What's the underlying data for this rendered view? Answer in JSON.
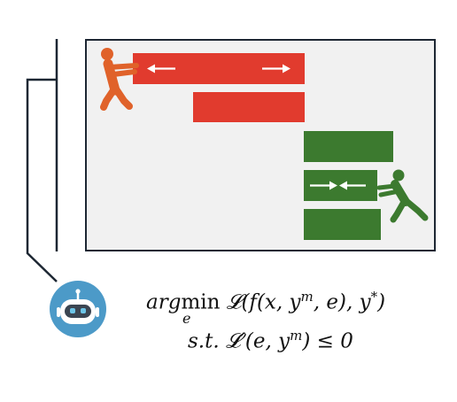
{
  "formula": {
    "objective_prefix": "arg",
    "objective_op": "min",
    "objective_body": "𝓛(f(x, y",
    "objective_sup1": "m",
    "objective_mid": ", e), y",
    "objective_sup2": "*",
    "objective_end": ")",
    "subscript_var": "e",
    "constraint_body": "s.t. 𝓛′(e, y",
    "constraint_sup": "m",
    "constraint_end": ") ≤ 0"
  },
  "colors": {
    "frame": "#1d2733",
    "panel": "#f1f1f1",
    "red_bar": "#e13b2e",
    "green_bar": "#3c7a2f",
    "red_figure": "#e0622a",
    "green_figure": "#3c7a2f",
    "robot_circle": "#4c9ac8"
  },
  "icons": [
    "person-pulling-icon",
    "person-pushing-icon",
    "robot-icon",
    "arrows-apart-icon",
    "arrows-together-icon"
  ]
}
